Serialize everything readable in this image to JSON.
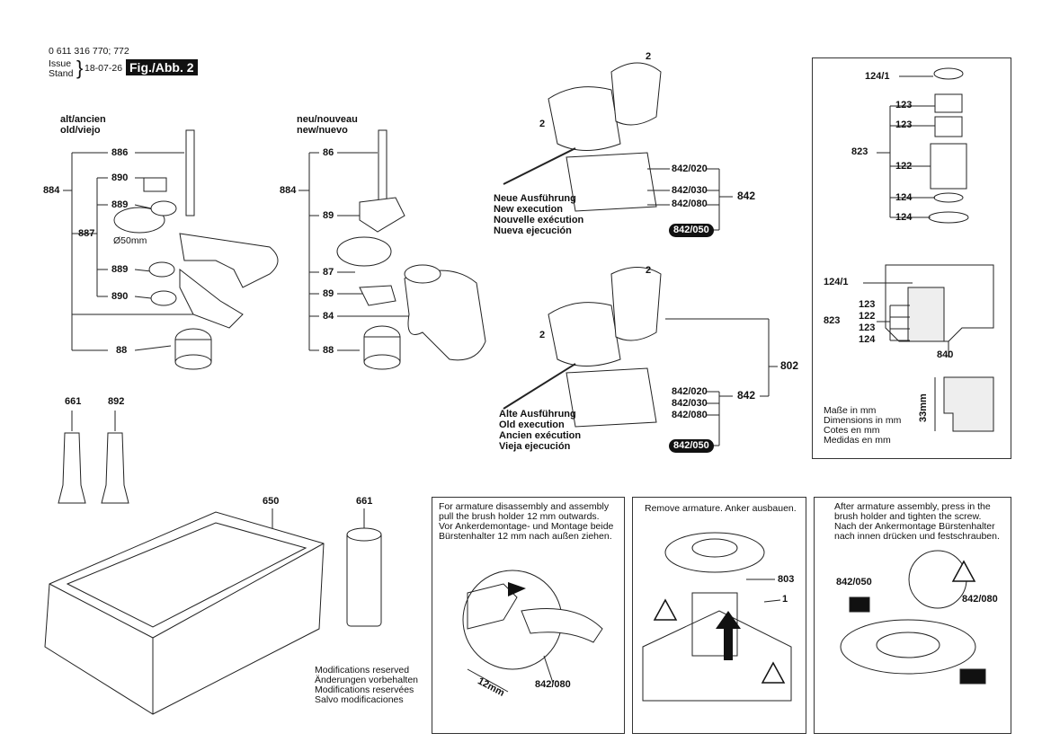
{
  "header": {
    "part_numbers": "0 611 316 770; 772",
    "issue_label": "Issue",
    "stand_label": "Stand",
    "date": "18-07-26",
    "fig_label": "Fig./Abb. 2"
  },
  "old_section": {
    "title_line1": "alt/ancien",
    "title_line2": "old/viejo",
    "labels": [
      "886",
      "884",
      "890",
      "889",
      "887",
      "Ø50mm",
      "889",
      "890",
      "88"
    ]
  },
  "new_section": {
    "title_line1": "neu/nouveau",
    "title_line2": "new/nuevo",
    "labels": [
      "86",
      "884",
      "89",
      "87",
      "89",
      "84",
      "88"
    ]
  },
  "tubes": {
    "left": "661",
    "right": "892"
  },
  "case": {
    "case_label": "650",
    "canister_label": "661"
  },
  "modifications": [
    "Modifications reserved",
    "Änderungen vorbehalten",
    "Modifications reservées",
    "Salvo modificaciones"
  ],
  "stator_top": {
    "labels": [
      "2",
      "2"
    ],
    "parts": [
      "842/020",
      "842/030",
      "842/080"
    ],
    "pill": "842/050",
    "group": "842",
    "caption": [
      "Neue Ausführung",
      "New execution",
      "Nouvelle exécution",
      "Nueva ejecución"
    ]
  },
  "stator_bottom": {
    "labels": [
      "2",
      "2"
    ],
    "parts": [
      "842/020",
      "842/030",
      "842/080"
    ],
    "pill": "842/050",
    "group": "842",
    "assembly": "802",
    "caption": [
      "Alte Ausführung",
      "Old execution",
      "Ancien exécution",
      "Vieja ejecución"
    ]
  },
  "bearing_panel": {
    "top_labels": [
      "124/1",
      "123",
      "123",
      "823",
      "122",
      "124",
      "124"
    ],
    "section_labels": [
      "124/1",
      "123",
      "823",
      "122",
      "123",
      "124",
      "840"
    ],
    "dimension": "33mm",
    "units": [
      "Maße in mm",
      "Dimensions in mm",
      "Cotes en mm",
      "Medidas en mm"
    ]
  },
  "step1": {
    "text": [
      "For armature disassembly and assembly",
      "pull the brush holder 12 mm outwards.",
      "Vor Ankerdemontage- und Montage beide",
      "Bürstenhalter 12 mm nach außen ziehen."
    ],
    "dim": "12mm",
    "part": "842/080"
  },
  "step2": {
    "text": "Remove armature. Anker ausbauen.",
    "labels": [
      "803",
      "1"
    ]
  },
  "step3": {
    "text": [
      "After armature assembly, press in the",
      "brush holder and tighten the screw.",
      "Nach der Ankermontage Bürstenhalter",
      "nach innen drücken und festschrauben."
    ],
    "parts": [
      "842/050",
      "842/080"
    ]
  }
}
